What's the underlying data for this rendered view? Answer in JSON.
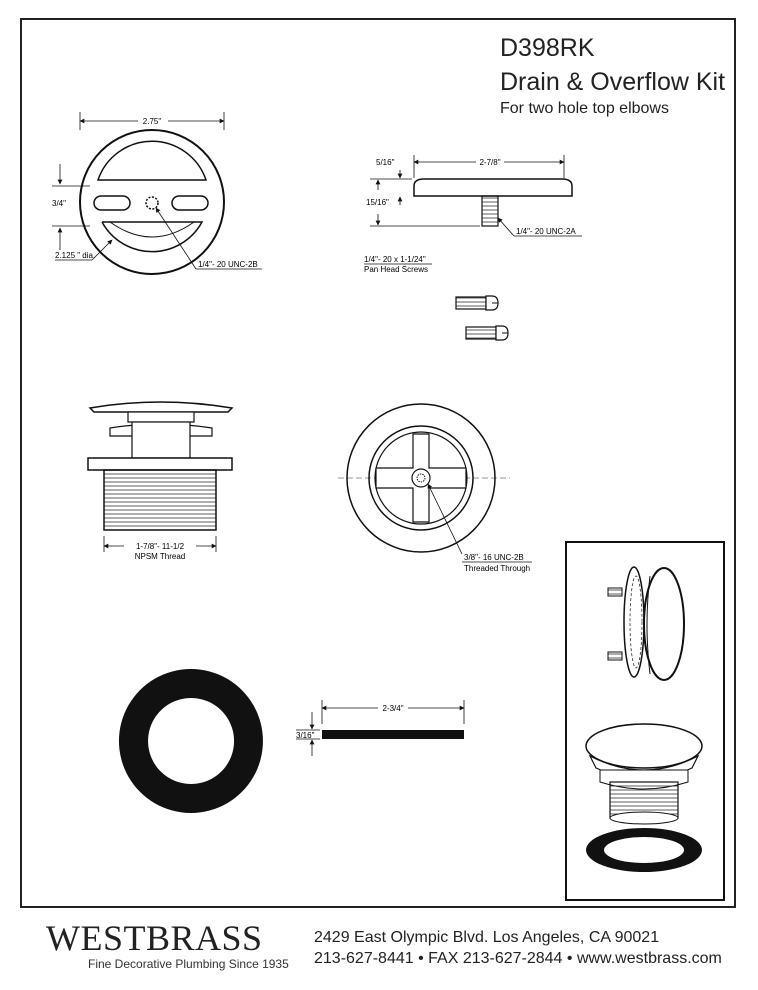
{
  "title": {
    "code": "D398RK",
    "name": "Drain & Overflow Kit",
    "subtitle": "For two hole top elbows"
  },
  "drawing_labels": {
    "faceplate_width": "2.75\"",
    "faceplate_height": "3/4\"",
    "faceplate_diameter": "2.125 \" dia.",
    "faceplate_thread": "1/4\"- 20 UNC-2B",
    "cap_height": "5/16\"",
    "cap_width": "2-7/8\"",
    "cap_total_height": "15/16\"",
    "cap_stud_thread": "1/4\"- 20 UNC-2A",
    "screws_spec": "1/4\"- 20 x 1-1/24\"",
    "screws_name": "Pan Head Screws",
    "drain_thread_size": "1-7/8\"- 11-1/2",
    "drain_thread_type": "NPSM Thread",
    "drain_center_thread": "3/8\"- 16 UNC-2B",
    "drain_center_note": "Threaded Through",
    "gasket_length": "2-3/4\"",
    "gasket_thickness": "3/16\""
  },
  "footer": {
    "brand": "WESTBRASS",
    "tagline": "Fine Decorative Plumbing Since 1935",
    "address": "2429 East Olympic Blvd. Los Angeles, CA  90021",
    "contact": "213-627-8441 • FAX 213-627-2844 • www.westbrass.com"
  }
}
